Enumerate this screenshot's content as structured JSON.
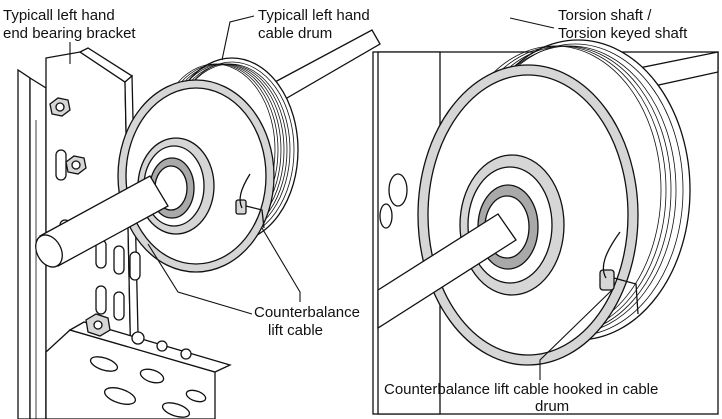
{
  "labels": {
    "left_bracket_line1": "Typicall left hand",
    "left_bracket_line2": "end bearing bracket",
    "cable_drum_line1": "Typicall left hand",
    "cable_drum_line2": "cable drum",
    "torsion_line1": "Torsion shaft /",
    "torsion_line2": "Torsion keyed shaft",
    "lift_cable_line1": "Counterbalance",
    "lift_cable_line2": "lift cable",
    "hooked_line1": "Counterbalance lift cable hooked in cable",
    "hooked_line2": "drum"
  },
  "colors": {
    "line": "#111111",
    "fill_light": "#ffffff",
    "fill_gray": "#d6d6d6",
    "fill_dark": "#a9a9a9"
  }
}
